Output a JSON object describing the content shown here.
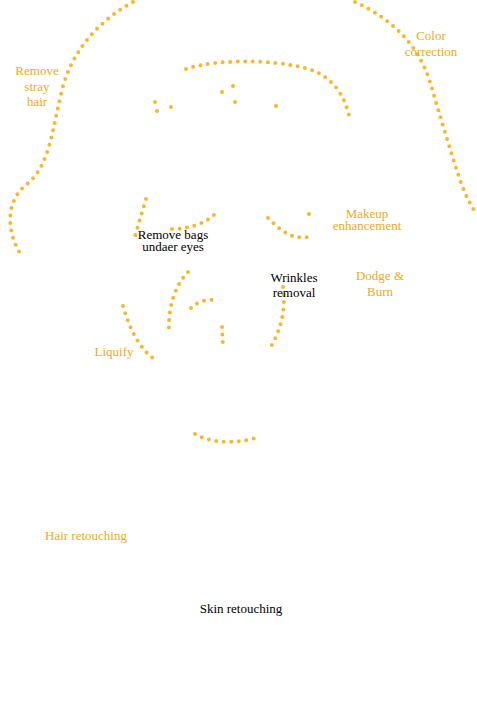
{
  "diagram": {
    "labels": [
      "Color correction",
      "Remove stray hair",
      "Makeup enhancement",
      "Remove bags undaer eyes",
      "Wrinkles removal",
      "Dodge & Burn",
      "Liquify",
      "Hair retouching",
      "Skin retouching"
    ]
  }
}
